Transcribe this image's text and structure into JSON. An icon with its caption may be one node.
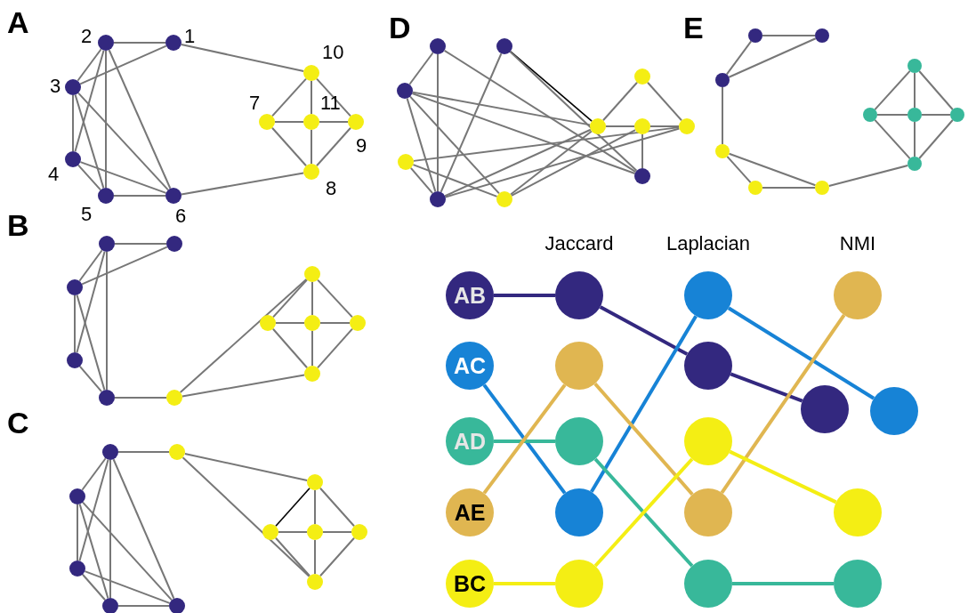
{
  "diagram": {
    "nodes": [
      {
        "text": [],
        "shape": "circle",
        "beside": [
          "1"
        ]
      },
      {
        "text": [],
        "shape": "circle",
        "beside": [
          "2"
        ]
      },
      {
        "text": [],
        "shape": "circle",
        "beside": [
          "3"
        ]
      },
      {
        "text": [],
        "shape": "circle",
        "beside": [
          "4"
        ]
      },
      {
        "text": [],
        "shape": "circle",
        "beside": [
          "5"
        ]
      },
      {
        "text": [],
        "shape": "circle",
        "beside": [
          "6"
        ]
      },
      {
        "text": [],
        "shape": "circle",
        "beside": [
          "7"
        ]
      },
      {
        "text": [],
        "shape": "circle",
        "beside": [
          "8"
        ]
      },
      {
        "text": [],
        "shape": "circle",
        "beside": [
          "9"
        ]
      },
      {
        "text": [],
        "shape": "circle",
        "beside": [
          "10"
        ]
      },
      {
        "text": [],
        "shape": "circle",
        "beside": [
          "11"
        ]
      },
      {
        "text": [],
        "shape": "circle"
      },
      {
        "text": [],
        "shape": "circle"
      },
      {
        "text": [],
        "shape": "circle"
      },
      {
        "text": [],
        "shape": "circle"
      },
      {
        "text": [],
        "shape": "circle"
      },
      {
        "text": [],
        "shape": "circle"
      },
      {
        "text": [],
        "shape": "circle"
      },
      {
        "text": [],
        "shape": "circle"
      },
      {
        "text": [],
        "shape": "circle"
      },
      {
        "text": [],
        "shape": "circle"
      },
      {
        "text": [],
        "shape": "circle"
      },
      {
        "text": [],
        "shape": "circle"
      },
      {
        "text": [],
        "shape": "circle"
      },
      {
        "text": [],
        "shape": "circle"
      },
      {
        "text": [],
        "shape": "circle"
      },
      {
        "text": [],
        "shape": "circle"
      },
      {
        "text": [],
        "shape": "circle"
      },
      {
        "text": [],
        "shape": "circle"
      },
      {
        "text": [],
        "shape": "circle"
      },
      {
        "text": [],
        "shape": "circle"
      },
      {
        "text": [],
        "shape": "circle"
      },
      {
        "text": [],
        "shape": "circle"
      },
      {
        "text": [],
        "shape": "circle"
      },
      {
        "text": [],
        "shape": "circle"
      },
      {
        "text": [],
        "shape": "circle"
      },
      {
        "text": [],
        "shape": "circle"
      },
      {
        "text": [],
        "shape": "circle"
      },
      {
        "text": [],
        "shape": "circle"
      },
      {
        "text": [],
        "shape": "circle"
      },
      {
        "text": [],
        "shape": "circle"
      },
      {
        "text": [],
        "shape": "circle"
      },
      {
        "text": [],
        "shape": "circle"
      },
      {
        "text": [],
        "shape": "circle"
      },
      {
        "text": [],
        "shape": "circle"
      },
      {
        "text": [],
        "shape": "circle"
      },
      {
        "text": [],
        "shape": "circle"
      },
      {
        "text": [],
        "shape": "circle"
      },
      {
        "text": [],
        "shape": "circle"
      },
      {
        "text": [],
        "shape": "circle"
      },
      {
        "text": [],
        "shape": "circle"
      },
      {
        "text": [],
        "shape": "circle"
      },
      {
        "text": [],
        "shape": "circle"
      },
      {
        "text": [],
        "shape": "circle"
      },
      {
        "text": [],
        "shape": "circle"
      },
      {
        "text": [
          "AB"
        ]
      },
      {
        "text": [
          "AC"
        ]
      },
      {
        "text": [
          "AD"
        ]
      },
      {
        "text": [
          "AE"
        ]
      },
      {
        "text": [
          "BC"
        ]
      },
      {
        "text": [],
        "shape": "circle"
      },
      {
        "text": [],
        "shape": "circle"
      },
      {
        "text": [],
        "shape": "circle"
      },
      {
        "text": [],
        "shape": "circle"
      },
      {
        "text": [],
        "shape": "circle"
      },
      {
        "text": [],
        "shape": "circle"
      },
      {
        "text": [],
        "shape": "circle"
      },
      {
        "text": [],
        "shape": "circle"
      },
      {
        "text": [],
        "shape": "circle"
      },
      {
        "text": [],
        "shape": "circle"
      },
      {
        "text": [],
        "shape": "circle"
      },
      {
        "text": [],
        "shape": "circle"
      },
      {
        "text": [],
        "shape": "circle"
      },
      {
        "text": [],
        "shape": "circle"
      },
      {
        "text": [],
        "shape": "circle"
      }
    ],
    "edges": [
      {
        "from": 1,
        "to": 0,
        "arrow": "none"
      },
      {
        "from": 0,
        "to": 9,
        "arrow": "none"
      },
      {
        "from": 1,
        "to": 2,
        "arrow": "none"
      },
      {
        "from": 1,
        "to": 3,
        "arrow": "none"
      },
      {
        "from": 1,
        "to": 4,
        "arrow": "none"
      },
      {
        "from": 1,
        "to": 5,
        "arrow": "none"
      },
      {
        "from": 2,
        "to": 0,
        "arrow": "none"
      },
      {
        "from": 2,
        "to": 3,
        "arrow": "none"
      },
      {
        "from": 2,
        "to": 4,
        "arrow": "none"
      },
      {
        "from": 2,
        "to": 5,
        "arrow": "none"
      },
      {
        "from": 3,
        "to": 4,
        "arrow": "none"
      },
      {
        "from": 3,
        "to": 5,
        "arrow": "none"
      },
      {
        "from": 4,
        "to": 5,
        "arrow": "none"
      },
      {
        "from": 5,
        "to": 7,
        "arrow": "none"
      },
      {
        "from": 9,
        "to": 6,
        "arrow": "none"
      },
      {
        "from": 9,
        "to": 10,
        "arrow": "none"
      },
      {
        "from": 9,
        "to": 8,
        "arrow": "none"
      },
      {
        "from": 6,
        "to": 10,
        "arrow": "none"
      },
      {
        "from": 10,
        "to": 8,
        "arrow": "none"
      },
      {
        "from": 6,
        "to": 7,
        "arrow": "none"
      },
      {
        "from": 10,
        "to": 7,
        "arrow": "none"
      },
      {
        "from": 8,
        "to": 7,
        "arrow": "none"
      },
      {
        "from": 11,
        "to": 12,
        "arrow": "none"
      },
      {
        "from": 11,
        "to": 13,
        "arrow": "none"
      },
      {
        "from": 11,
        "to": 14,
        "arrow": "none"
      },
      {
        "from": 11,
        "to": 15,
        "arrow": "none"
      },
      {
        "from": 13,
        "to": 12,
        "arrow": "none"
      },
      {
        "from": 13,
        "to": 14,
        "arrow": "none"
      },
      {
        "from": 13,
        "to": 15,
        "arrow": "none"
      },
      {
        "from": 14,
        "to": 15,
        "arrow": "none"
      },
      {
        "from": 15,
        "to": 16,
        "arrow": "none"
      },
      {
        "from": 16,
        "to": 17,
        "arrow": "none"
      },
      {
        "from": 16,
        "to": 21,
        "arrow": "none"
      },
      {
        "from": 17,
        "to": 18,
        "arrow": "none"
      },
      {
        "from": 17,
        "to": 19,
        "arrow": "none"
      },
      {
        "from": 17,
        "to": 20,
        "arrow": "none"
      },
      {
        "from": 18,
        "to": 19,
        "arrow": "none"
      },
      {
        "from": 19,
        "to": 20,
        "arrow": "none"
      },
      {
        "from": 18,
        "to": 21,
        "arrow": "none"
      },
      {
        "from": 19,
        "to": 21,
        "arrow": "none"
      },
      {
        "from": 20,
        "to": 21,
        "arrow": "none"
      },
      {
        "from": 22,
        "to": 23,
        "arrow": "none"
      },
      {
        "from": 22,
        "to": 24,
        "arrow": "none"
      },
      {
        "from": 22,
        "to": 25,
        "arrow": "none"
      },
      {
        "from": 22,
        "to": 26,
        "arrow": "none"
      },
      {
        "from": 22,
        "to": 27,
        "arrow": "none"
      },
      {
        "from": 24,
        "to": 25,
        "arrow": "none"
      },
      {
        "from": 24,
        "to": 26,
        "arrow": "none"
      },
      {
        "from": 24,
        "to": 27,
        "arrow": "none"
      },
      {
        "from": 25,
        "to": 26,
        "arrow": "none"
      },
      {
        "from": 25,
        "to": 27,
        "arrow": "none"
      },
      {
        "from": 26,
        "to": 27,
        "arrow": "none"
      },
      {
        "from": 23,
        "to": 28,
        "arrow": "none"
      },
      {
        "from": 23,
        "to": 32,
        "arrow": "none"
      },
      {
        "from": 28,
        "to": 29,
        "arrow": "none",
        "color": "#000000"
      },
      {
        "from": 28,
        "to": 30,
        "arrow": "none"
      },
      {
        "from": 28,
        "to": 31,
        "arrow": "none"
      },
      {
        "from": 29,
        "to": 30,
        "arrow": "none"
      },
      {
        "from": 30,
        "to": 31,
        "arrow": "none"
      },
      {
        "from": 29,
        "to": 32,
        "arrow": "none"
      },
      {
        "from": 30,
        "to": 32,
        "arrow": "none"
      },
      {
        "from": 31,
        "to": 32,
        "arrow": "none"
      },
      {
        "from": 33,
        "to": 35,
        "arrow": "none"
      },
      {
        "from": 33,
        "to": 37,
        "arrow": "none"
      },
      {
        "from": 33,
        "to": 43,
        "arrow": "none"
      },
      {
        "from": 34,
        "to": 37,
        "arrow": "none"
      },
      {
        "from": 34,
        "to": 40,
        "arrow": "none",
        "color": "#000000"
      },
      {
        "from": 34,
        "to": 43,
        "arrow": "none"
      },
      {
        "from": 35,
        "to": 37,
        "arrow": "none"
      },
      {
        "from": 35,
        "to": 40,
        "arrow": "none"
      },
      {
        "from": 35,
        "to": 43,
        "arrow": "none"
      },
      {
        "from": 35,
        "to": 38,
        "arrow": "none"
      },
      {
        "from": 36,
        "to": 37,
        "arrow": "none"
      },
      {
        "from": 36,
        "to": 38,
        "arrow": "none"
      },
      {
        "from": 36,
        "to": 42,
        "arrow": "none"
      },
      {
        "from": 37,
        "to": 40,
        "arrow": "none"
      },
      {
        "from": 37,
        "to": 42,
        "arrow": "none"
      },
      {
        "from": 38,
        "to": 40,
        "arrow": "none"
      },
      {
        "from": 38,
        "to": 41,
        "arrow": "none"
      },
      {
        "from": 40,
        "to": 39,
        "arrow": "none"
      },
      {
        "from": 40,
        "to": 41,
        "arrow": "none"
      },
      {
        "from": 41,
        "to": 42,
        "arrow": "none"
      },
      {
        "from": 39,
        "to": 42,
        "arrow": "none"
      },
      {
        "from": 41,
        "to": 43,
        "arrow": "none"
      },
      {
        "from": 44,
        "to": 45,
        "arrow": "none"
      },
      {
        "from": 44,
        "to": 46,
        "arrow": "none"
      },
      {
        "from": 46,
        "to": 45,
        "arrow": "none"
      },
      {
        "from": 46,
        "to": 47,
        "arrow": "none"
      },
      {
        "from": 47,
        "to": 48,
        "arrow": "none"
      },
      {
        "from": 47,
        "to": 49,
        "arrow": "none"
      },
      {
        "from": 48,
        "to": 49,
        "arrow": "none"
      },
      {
        "from": 49,
        "to": 54,
        "arrow": "none"
      },
      {
        "from": 50,
        "to": 51,
        "arrow": "none"
      },
      {
        "from": 50,
        "to": 52,
        "arrow": "none"
      },
      {
        "from": 50,
        "to": 53,
        "arrow": "none"
      },
      {
        "from": 51,
        "to": 52,
        "arrow": "none"
      },
      {
        "from": 52,
        "to": 53,
        "arrow": "none"
      },
      {
        "from": 51,
        "to": 54,
        "arrow": "none"
      },
      {
        "from": 52,
        "to": 54,
        "arrow": "none"
      },
      {
        "from": 53,
        "to": 54,
        "arrow": "none"
      },
      {
        "from": 55,
        "to": 60,
        "arrow": "none",
        "style": "thick",
        "color": "#33287f"
      },
      {
        "from": 60,
        "to": 66,
        "arrow": "none",
        "style": "thick",
        "color": "#33287f"
      },
      {
        "from": 66,
        "to": 71,
        "arrow": "none",
        "style": "thick",
        "color": "#33287f"
      },
      {
        "from": 56,
        "to": 63,
        "arrow": "none",
        "style": "thick",
        "color": "#1783d6"
      },
      {
        "from": 63,
        "to": 65,
        "arrow": "none",
        "style": "thick",
        "color": "#1783d6"
      },
      {
        "from": 65,
        "to": 72,
        "arrow": "none",
        "style": "thick",
        "color": "#1783d6"
      },
      {
        "from": 57,
        "to": 62,
        "arrow": "none",
        "style": "thick",
        "color": "#38b89a"
      },
      {
        "from": 62,
        "to": 69,
        "arrow": "none",
        "style": "thick",
        "color": "#38b89a"
      },
      {
        "from": 69,
        "to": 74,
        "arrow": "none",
        "style": "thick",
        "color": "#38b89a"
      },
      {
        "from": 58,
        "to": 61,
        "arrow": "none",
        "style": "thick",
        "color": "#e0b651"
      },
      {
        "from": 61,
        "to": 68,
        "arrow": "none",
        "style": "thick",
        "color": "#e0b651"
      },
      {
        "from": 68,
        "to": 70,
        "arrow": "none",
        "style": "thick",
        "color": "#e0b651"
      },
      {
        "from": 59,
        "to": 64,
        "arrow": "none",
        "style": "thick",
        "color": "#f4ee14"
      },
      {
        "from": 64,
        "to": 67,
        "arrow": "none",
        "style": "thick",
        "color": "#f4ee14"
      },
      {
        "from": 67,
        "to": 73,
        "arrow": "none",
        "style": "thick",
        "color": "#f4ee14"
      }
    ],
    "labels": [
      "A",
      "D",
      "E",
      "Jaccard",
      "Laplacian",
      "NMI",
      "B",
      "C"
    ]
  }
}
